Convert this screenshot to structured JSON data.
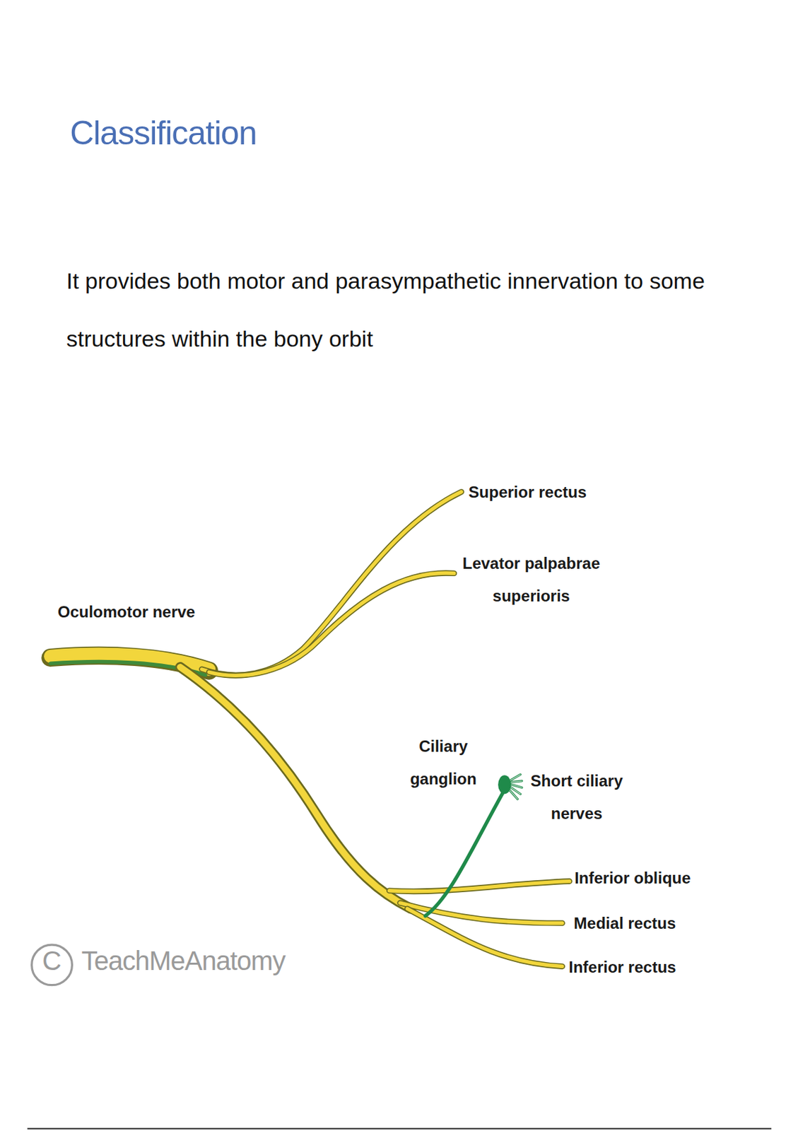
{
  "diagram": {
    "title": "Classification",
    "labels": [
      "It provides both motor and parasympathetic innervation to some structures within the bony orbit",
      "Oculomotor nerve",
      "Superior rectus",
      "Levator palpabrae superioris",
      "Ciliary ganglion",
      "Short ciliary nerves",
      "Inferior oblique",
      "Medial rectus",
      "Inferior rectus",
      "C",
      "TeachMeAnatomy"
    ]
  }
}
